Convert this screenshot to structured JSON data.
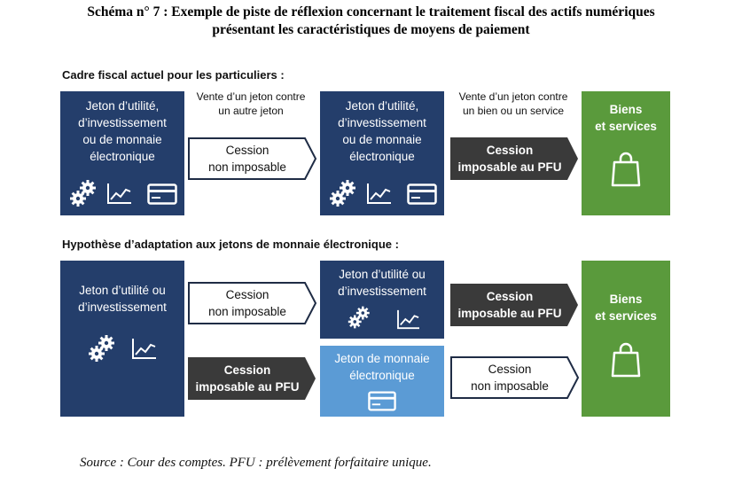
{
  "title": {
    "line1": "Schéma n° 7 :  Exemple de piste de réflexion concernant le traitement fiscal des actifs numériques",
    "line2": "présentant les caractéristiques de moyens de paiement"
  },
  "section1": {
    "heading": "Cadre fiscal actuel pour les particuliers :",
    "box1_text": [
      "Jeton d’utilité,",
      "d’investissement",
      "ou de monnaie",
      "électronique"
    ],
    "caption1": [
      "Vente d’un jeton contre",
      "un autre jeton"
    ],
    "arrow1": [
      "Cession",
      "non imposable"
    ],
    "box2_text": [
      "Jeton d’utilité,",
      "d’investissement",
      "ou de monnaie",
      "électronique"
    ],
    "caption2": [
      "Vente d’un jeton contre",
      "un bien ou un service"
    ],
    "arrow2": [
      "Cession",
      "imposable au PFU"
    ],
    "goods": [
      "Biens",
      "et services"
    ]
  },
  "section2": {
    "heading": "Hypothèse d’adaptation aux jetons de monnaie électronique :",
    "box1_text": [
      "Jeton d’utilité ou",
      "d’investissement"
    ],
    "arrow_top": [
      "Cession",
      "non imposable"
    ],
    "arrow_bottom": [
      "Cession",
      "imposable au PFU"
    ],
    "box_top_text": [
      "Jeton d’utilité ou",
      "d’investissement"
    ],
    "box_bottom_text": [
      "Jeton de monnaie",
      "électronique"
    ],
    "arrow_right_top": [
      "Cession",
      "imposable au PFU"
    ],
    "arrow_right_bottom": [
      "Cession",
      "non imposable"
    ],
    "goods": [
      "Biens",
      "et services"
    ]
  },
  "source": "Source : Cour des comptes. PFU : prélèvement forfaitaire unique.",
  "colors": {
    "navy": "#243e6b",
    "light_blue": "#5b9bd5",
    "green": "#5a9a3c",
    "dark_arrow": "#3a3a3a"
  },
  "icons": [
    "gears-icon",
    "chart-line-icon",
    "card-icon",
    "shopping-bag-icon"
  ]
}
